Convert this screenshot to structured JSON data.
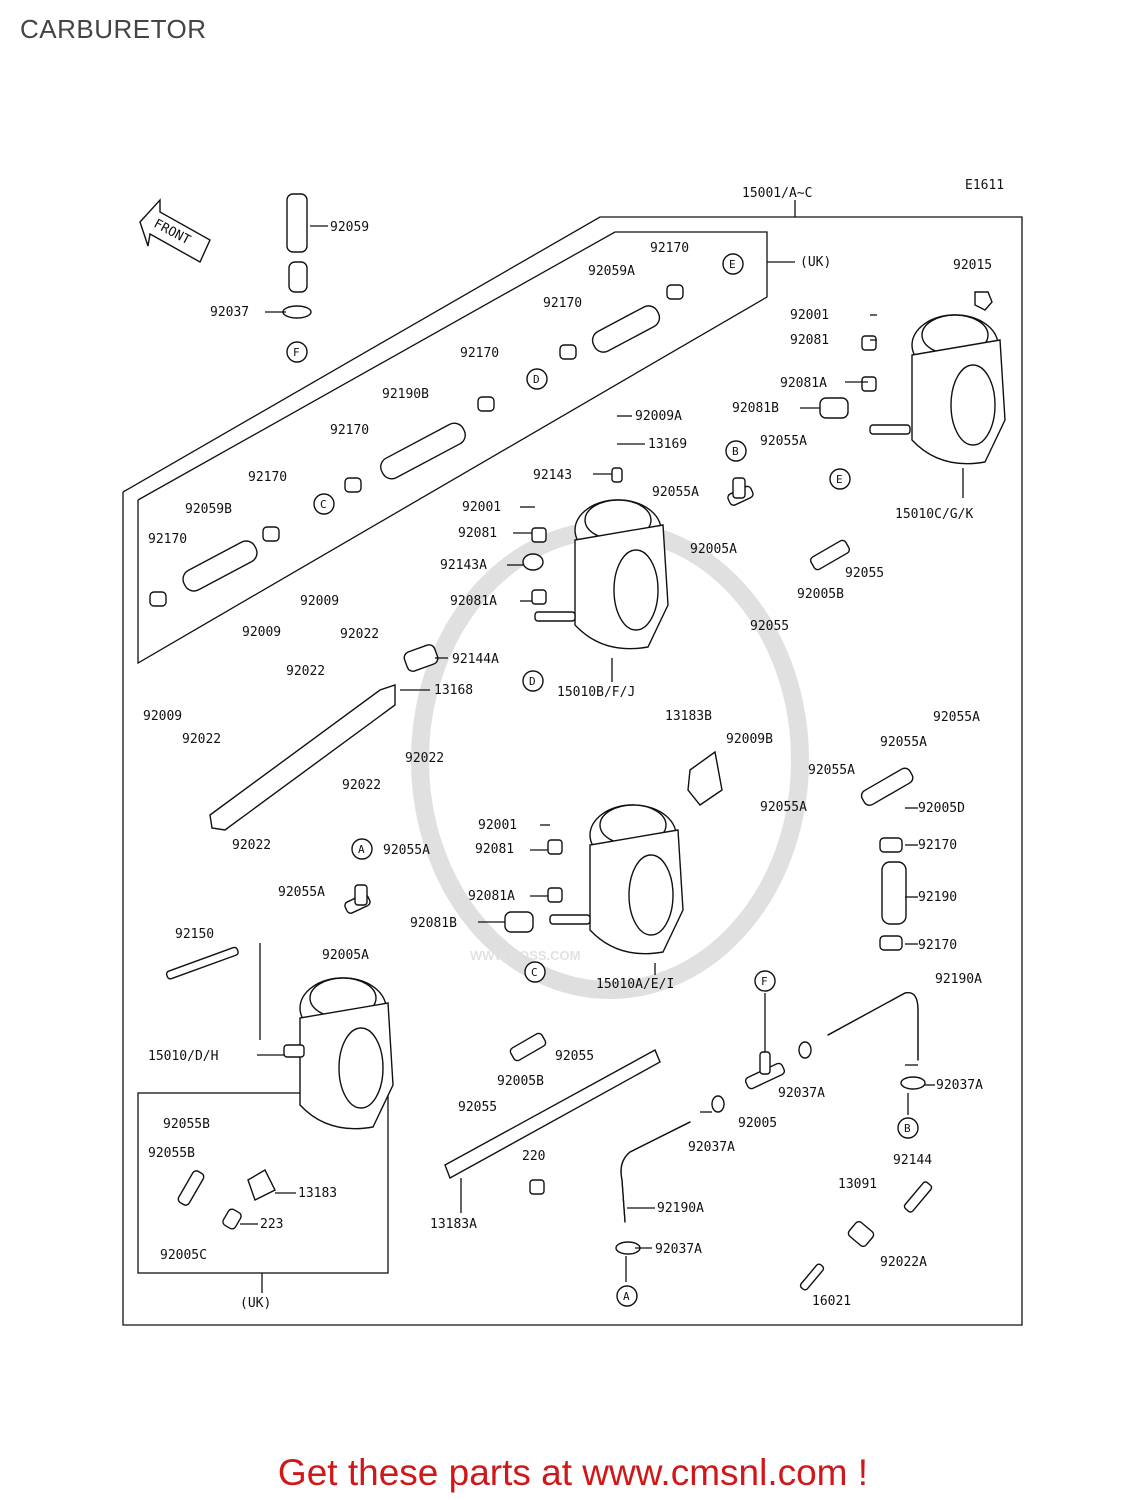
{
  "page": {
    "title": "CARBURETOR",
    "footer_cta": "Get these parts at www.cmsnl.com !"
  },
  "diagram": {
    "code": "E1611",
    "assembly_label": "15001/A~C",
    "front_arrow": "FRONT",
    "uk_label_top": "(UK)",
    "uk_label_bottom": "(UK)",
    "watermark": "WWW.BOSS.COM",
    "callouts": [
      {
        "id": "cA1",
        "text": "A"
      },
      {
        "id": "cA2",
        "text": "A"
      },
      {
        "id": "cB1",
        "text": "B"
      },
      {
        "id": "cB2",
        "text": "B"
      },
      {
        "id": "cC1",
        "text": "C"
      },
      {
        "id": "cC2",
        "text": "C"
      },
      {
        "id": "cD1",
        "text": "D"
      },
      {
        "id": "cD2",
        "text": "D"
      },
      {
        "id": "cE1",
        "text": "E"
      },
      {
        "id": "cE2",
        "text": "E"
      },
      {
        "id": "cF1",
        "text": "F"
      },
      {
        "id": "cF2",
        "text": "F"
      }
    ],
    "part_labels": [
      "92059",
      "92037",
      "92170",
      "92059A",
      "92170",
      "92170",
      "92190B",
      "92170",
      "92170",
      "92059B",
      "92170",
      "92015",
      "92001",
      "92081",
      "92081A",
      "92081B",
      "92009A",
      "13169",
      "92055A",
      "92143",
      "92055A",
      "92001",
      "92081",
      "92005A",
      "15010C/G/K",
      "92143A",
      "92081A",
      "92055",
      "92005B",
      "92055",
      "92009",
      "92009",
      "92022",
      "92022",
      "92144A",
      "13168",
      "92009",
      "92022",
      "92022",
      "92022",
      "92022",
      "15010B/F/J",
      "13183B",
      "92009B",
      "92055A",
      "92055A",
      "92055A",
      "92005D",
      "92055A",
      "92001",
      "92081",
      "92170",
      "92055A",
      "92055A",
      "92081A",
      "92190",
      "92081B",
      "92005A",
      "92170",
      "92150",
      "15010A/E/I",
      "92190A",
      "15010/D/H",
      "92055",
      "92005B",
      "92005",
      "92037A",
      "92037A",
      "92055",
      "92055B",
      "92055B",
      "13183",
      "220",
      "92037A",
      "92144",
      "223",
      "13091",
      "92190A",
      "13183A",
      "92005C",
      "92022A",
      "92037A",
      "16021"
    ]
  }
}
